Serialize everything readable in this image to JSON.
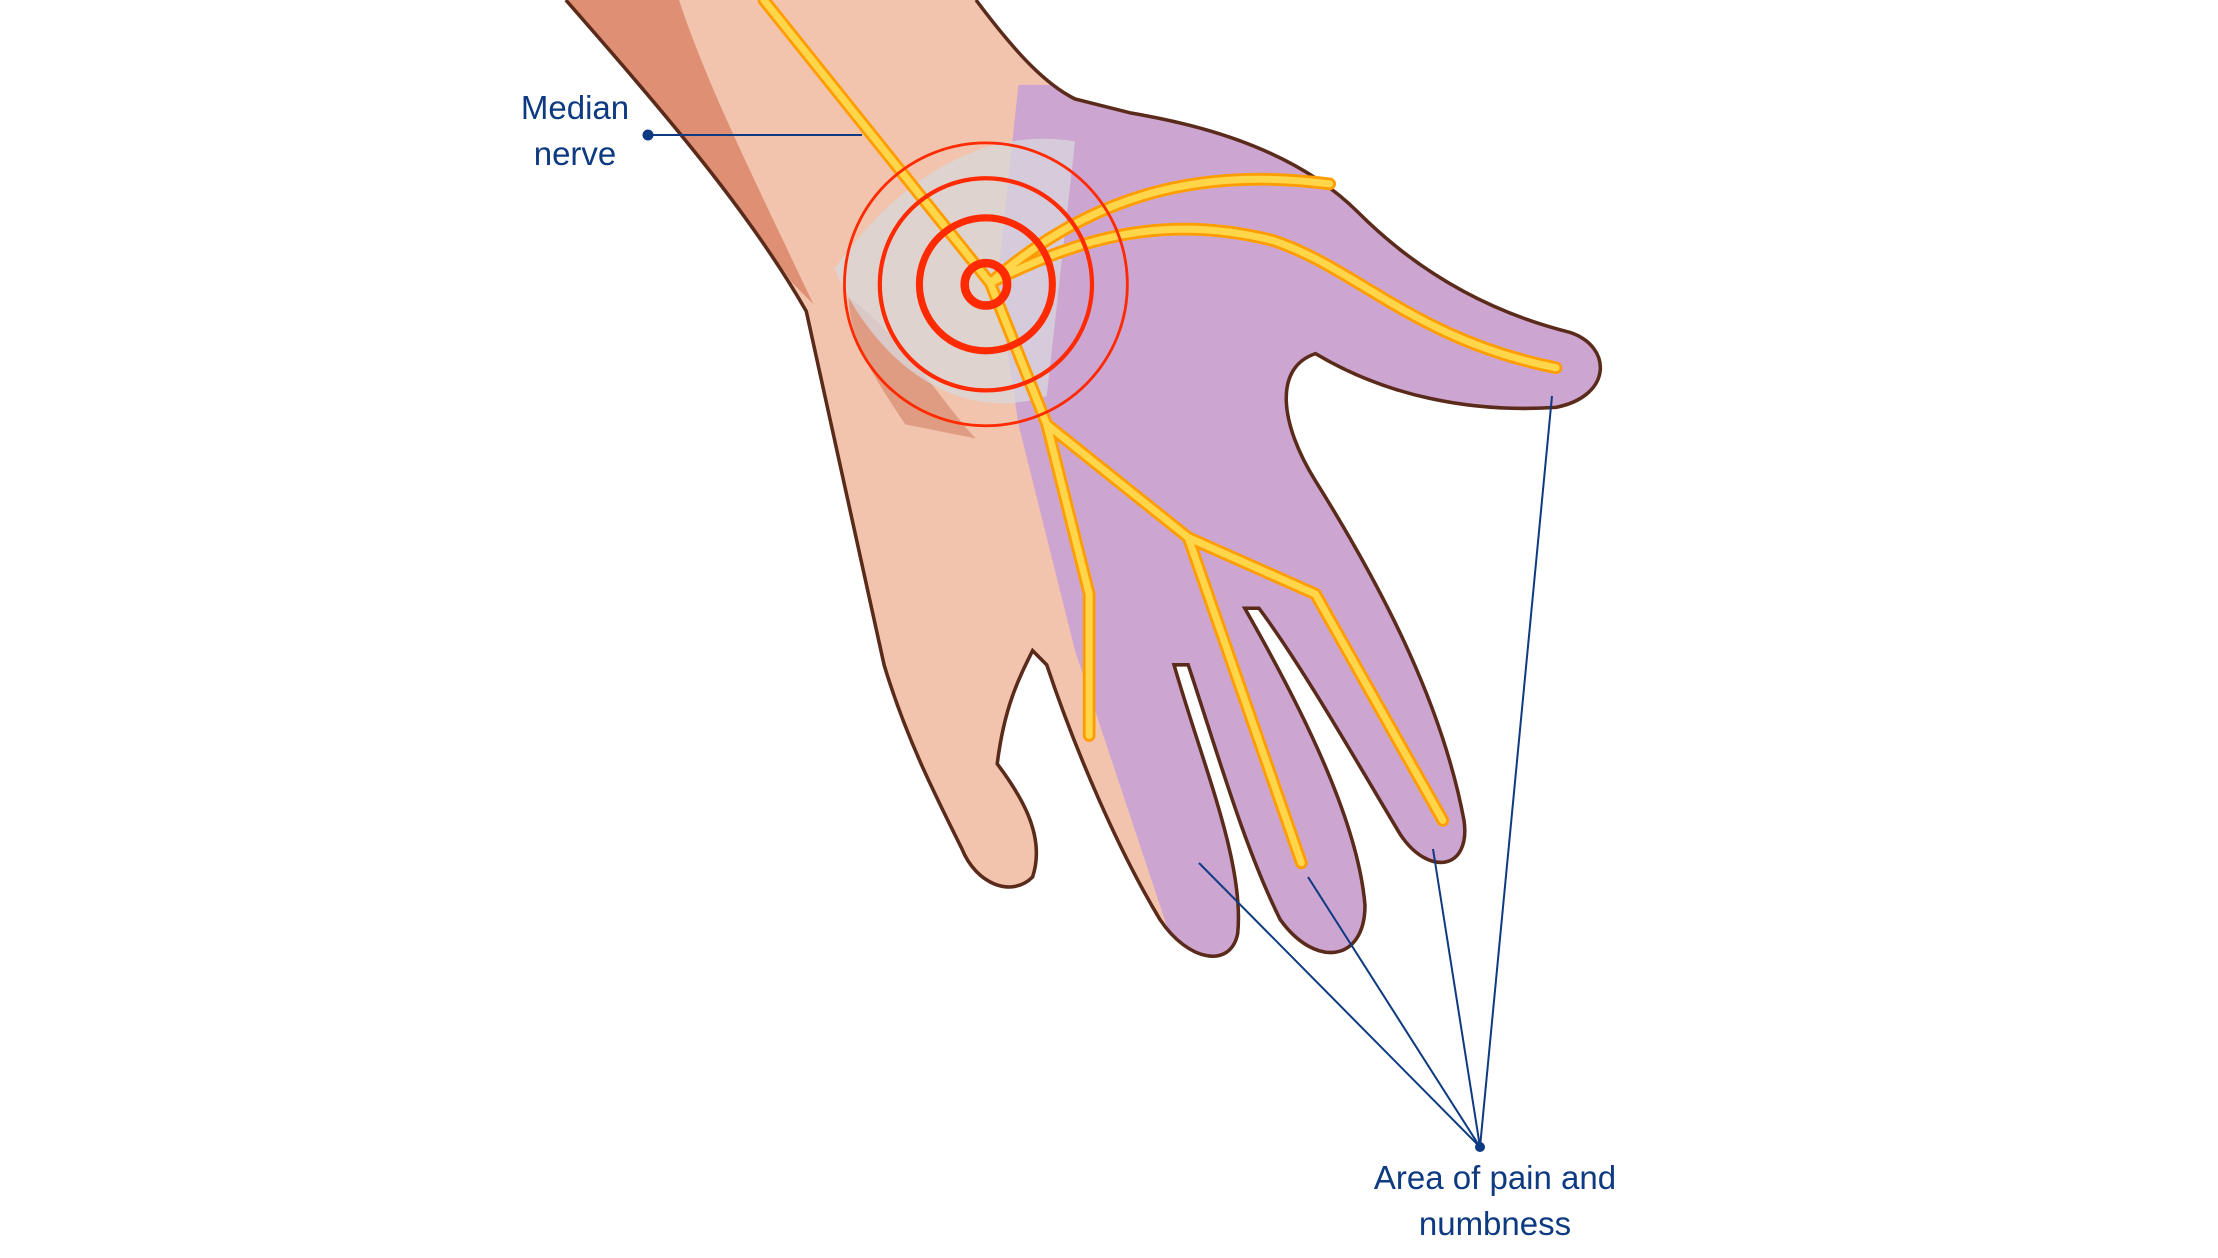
{
  "labels": {
    "median_nerve": [
      "Median",
      "nerve"
    ],
    "pain_area": [
      "Area of pain and",
      "numbness"
    ]
  },
  "colors": {
    "label_text": "#0d3a80",
    "leader_line": "#0d3a80",
    "skin": "#f2c4ad",
    "skin_dark": "#df8f74",
    "outline": "#5a2a1a",
    "affected_area": "#c9a3d3",
    "nerve": "#ffd54a",
    "nerve_edge": "#ff9d00",
    "pain_rings": "#ff2a00"
  }
}
